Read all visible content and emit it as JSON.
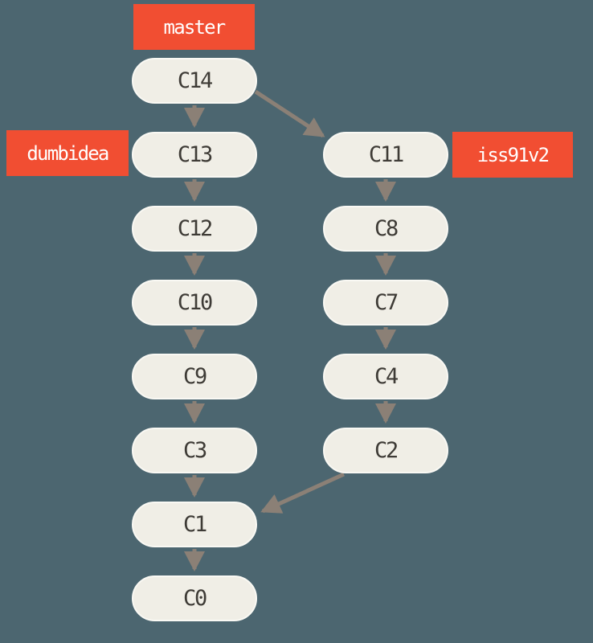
{
  "diagram": {
    "type": "git-commit-graph",
    "background_color": "#4C6670",
    "node_fill": "#F0EEE6",
    "node_text_color": "#3E3B36",
    "branch_label_fill": "#F14E32",
    "branch_label_text_color": "#FFFFFF",
    "arrow_color": "#8B8076"
  },
  "branches": {
    "master": "master",
    "dumbidea": "dumbidea",
    "iss91v2": "iss91v2"
  },
  "commits": {
    "left": [
      "C14",
      "C13",
      "C12",
      "C10",
      "C9",
      "C3",
      "C1",
      "C0"
    ],
    "right": [
      "C11",
      "C8",
      "C7",
      "C4",
      "C2"
    ]
  },
  "edges": [
    "C14->C13",
    "C13->C12",
    "C12->C10",
    "C10->C9",
    "C9->C3",
    "C3->C1",
    "C1->C0",
    "C14->C11",
    "C11->C8",
    "C8->C7",
    "C7->C4",
    "C4->C2",
    "C2->C1"
  ]
}
